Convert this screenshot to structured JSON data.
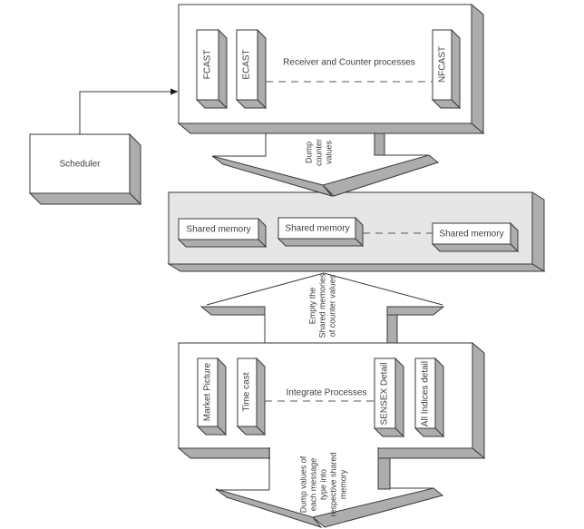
{
  "diagram": {
    "scheduler": {
      "label": "Scheduler"
    },
    "receiver_box": {
      "title": "Receiver and Counter processes",
      "processes": [
        "FCAST",
        "ECAST",
        "NFCAST"
      ]
    },
    "shared_memory_band": {
      "boxes": [
        "Shared memory",
        "Shared memory",
        "Shared memory"
      ]
    },
    "integrate_box": {
      "title": "Integrate Processes",
      "processes": [
        "Market Picture",
        "Time cast",
        "SENSEX Detail",
        "All Indices detail"
      ]
    },
    "arrows": {
      "dump_counter": "Dump\ncounter\nvalues",
      "empty_shared": "Empty the\nShared memories\nof counter values",
      "dump_values": "Dump values of\neach message\ntype into\nrespective shared\nmemory"
    },
    "colors": {
      "box_fill": "#ffffff",
      "band_fill": "#e6e6e6",
      "shadow": "#adadad",
      "outline": "#3a3a3a",
      "text": "#3d3d3d"
    }
  }
}
